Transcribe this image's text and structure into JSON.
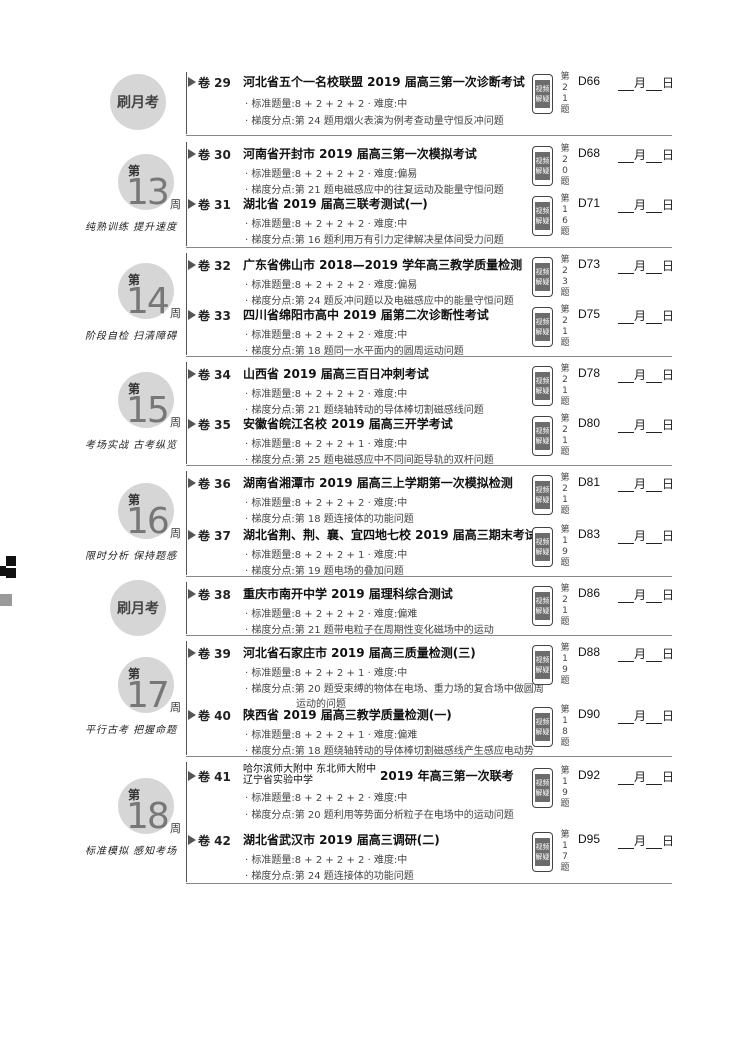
{
  "rows": [
    {
      "type": "shuayue",
      "label": "刷月考",
      "entries": [
        {
          "juan": "卷 29",
          "title": "河北省五个一名校联盟 2019 届高三第一次诊断考试",
          "meta1": "· 标准题量:8 + 2 + 2 + 2   · 难度:中",
          "meta2": "· 梯度分点:第 24 题用烟火表演为例考查动量守恒反冲问题",
          "video": [
            "视频",
            "解疑"
          ],
          "ti": "第21题",
          "code": "D66",
          "date": [
            "月",
            "日"
          ]
        }
      ]
    },
    {
      "type": "week",
      "week_label": "第",
      "week_num": "13",
      "zhou": "周",
      "motto": "纯熟训练  提升速度",
      "entries": [
        {
          "juan": "卷 30",
          "title": "河南省开封市 2019 届高三第一次模拟考试",
          "meta1": "· 标准题量:8 + 2 + 2 + 2   · 难度:偏易",
          "meta2": "· 梯度分点:第 21 题电磁感应中的往复运动及能量守恒问题",
          "video": [
            "视频",
            "解疑"
          ],
          "ti": "第20题",
          "code": "D68",
          "date": [
            "月",
            "日"
          ]
        },
        {
          "juan": "卷 31",
          "title": "湖北省 2019 届高三联考测试(一)",
          "meta1": "· 标准题量:8 + 2 + 2 + 2   · 难度:中",
          "meta2": "· 梯度分点:第 16 题利用万有引力定律解决星体间受力问题",
          "video": [
            "视频",
            "解疑"
          ],
          "ti": "第16题",
          "code": "D71",
          "date": [
            "月",
            "日"
          ]
        }
      ]
    },
    {
      "type": "week",
      "week_label": "第",
      "week_num": "14",
      "zhou": "周",
      "motto": "阶段自检  扫清障碍",
      "entries": [
        {
          "juan": "卷 32",
          "title": "广东省佛山市 2018—2019 学年高三教学质量检测",
          "meta1": "· 标准题量:8 + 2 + 2 + 2   · 难度:偏易",
          "meta2": "· 梯度分点:第 24 题反冲问题以及电磁感应中的能量守恒问题",
          "video": [
            "视频",
            "解疑"
          ],
          "ti": "第23题",
          "code": "D73",
          "date": [
            "月",
            "日"
          ]
        },
        {
          "juan": "卷 33",
          "title": "四川省绵阳市高中 2019 届第二次诊断性考试",
          "meta1": "· 标准题量:8 + 2 + 2 + 2   · 难度:中",
          "meta2": "· 梯度分点:第 18 题同一水平面内的圆周运动问题",
          "video": [
            "视频",
            "解疑"
          ],
          "ti": "第21题",
          "code": "D75",
          "date": [
            "月",
            "日"
          ]
        }
      ]
    },
    {
      "type": "week",
      "week_label": "第",
      "week_num": "15",
      "zhou": "周",
      "motto": "考场实战  古考纵览",
      "entries": [
        {
          "juan": "卷 34",
          "title": "山西省 2019 届高三百日冲刺考试",
          "meta1": "· 标准题量:8 + 2 + 2 + 2   · 难度:中",
          "meta2": "· 梯度分点:第 21 题绕轴转动的导体棒切割磁感线问题",
          "video": [
            "视频",
            "解疑"
          ],
          "ti": "第21题",
          "code": "D78",
          "date": [
            "月",
            "日"
          ]
        },
        {
          "juan": "卷 35",
          "title": "安徽省皖江名校 2019 届高三开学考试",
          "meta1": "· 标准题量:8 + 2 + 2 + 1   · 难度:中",
          "meta2": "· 梯度分点:第 25 题电磁感应中不同间距导轨的双杆问题",
          "video": [
            "视频",
            "解疑"
          ],
          "ti": "第21题",
          "code": "D80",
          "date": [
            "月",
            "日"
          ]
        }
      ]
    },
    {
      "type": "week",
      "week_label": "第",
      "week_num": "16",
      "zhou": "周",
      "motto": "限时分析  保持题感",
      "entries": [
        {
          "juan": "卷 36",
          "title": "湖南省湘潭市 2019 届高三上学期第一次模拟检测",
          "meta1": "· 标准题量:8 + 2 + 2 + 2   · 难度:中",
          "meta2": "· 梯度分点:第 18 题连接体的功能问题",
          "video": [
            "视频",
            "解疑"
          ],
          "ti": "第21题",
          "code": "D81",
          "date": [
            "月",
            "日"
          ]
        },
        {
          "juan": "卷 37",
          "title": "湖北省荆、荆、襄、宜四地七校 2019 届高三期末考试",
          "meta1": "· 标准题量:8 + 2 + 2 + 1   · 难度:中",
          "meta2": "· 梯度分点:第 19 题电场的叠加问题",
          "video": [
            "视频",
            "解疑"
          ],
          "ti": "第19题",
          "code": "D83",
          "date": [
            "月",
            "日"
          ]
        }
      ]
    },
    {
      "type": "shuayue",
      "label": "刷月考",
      "entries": [
        {
          "juan": "卷 38",
          "title": "重庆市南开中学 2019 届理科综合测试",
          "meta1": "· 标准题量:8 + 2 + 2 + 2   · 难度:偏难",
          "meta2": "· 梯度分点:第 21 题带电粒子在周期性变化磁场中的运动",
          "video": [
            "视频",
            "解疑"
          ],
          "ti": "第21题",
          "code": "D86",
          "date": [
            "月",
            "日"
          ]
        }
      ]
    },
    {
      "type": "week",
      "week_label": "第",
      "week_num": "17",
      "zhou": "周",
      "motto": "平行古考  把握命题",
      "entries": [
        {
          "juan": "卷 39",
          "title": "河北省石家庄市 2019 届高三质量检测(三)",
          "meta1": "· 标准题量:8 + 2 + 2 + 1   · 难度:中",
          "meta2": "· 梯度分点:第 20 题受束缚的物体在电场、重力场的复合场中做圆周",
          "meta3": "运动的问题",
          "video": [
            "视频",
            "解疑"
          ],
          "ti": "第19题",
          "code": "D88",
          "date": [
            "月",
            "日"
          ]
        },
        {
          "juan": "卷 40",
          "title": "陕西省 2019 届高三教学质量检测(一)",
          "meta1": "· 标准题量:8 + 2 + 2 + 1   · 难度:偏难",
          "meta2": "· 梯度分点:第 18 题绕轴转动的导体棒切割磁感线产生感应电动势",
          "video": [
            "视频",
            "解疑"
          ],
          "ti": "第18题",
          "code": "D90",
          "date": [
            "月",
            "日"
          ]
        }
      ]
    },
    {
      "type": "week",
      "week_label": "第",
      "week_num": "18",
      "zhou": "周",
      "motto": "标准模拟  感知考场",
      "entries": [
        {
          "juan": "卷 41",
          "title_small": [
            "哈尔滨师大附中   东北师大附中",
            "辽宁省实验中学"
          ],
          "title_right": "2019 年高三第一次联考",
          "meta1": "· 标准题量:8 + 2 + 2 + 2   · 难度:中",
          "meta2": "· 梯度分点:第 20 题利用等势面分析粒子在电场中的运动问题",
          "video": [
            "视频",
            "解疑"
          ],
          "ti": "第19题",
          "code": "D92",
          "date": [
            "月",
            "日"
          ]
        },
        {
          "juan": "卷 42",
          "title": "湖北省武汉市 2019 届高三调研(二)",
          "meta1": "· 标准题量:8 + 2 + 2 + 2   · 难度:中",
          "meta2": "· 梯度分点:第 24 题连接体的功能问题",
          "video": [
            "视频",
            "解疑"
          ],
          "ti": "第17题",
          "code": "D95",
          "date": [
            "月",
            "日"
          ]
        }
      ]
    }
  ]
}
